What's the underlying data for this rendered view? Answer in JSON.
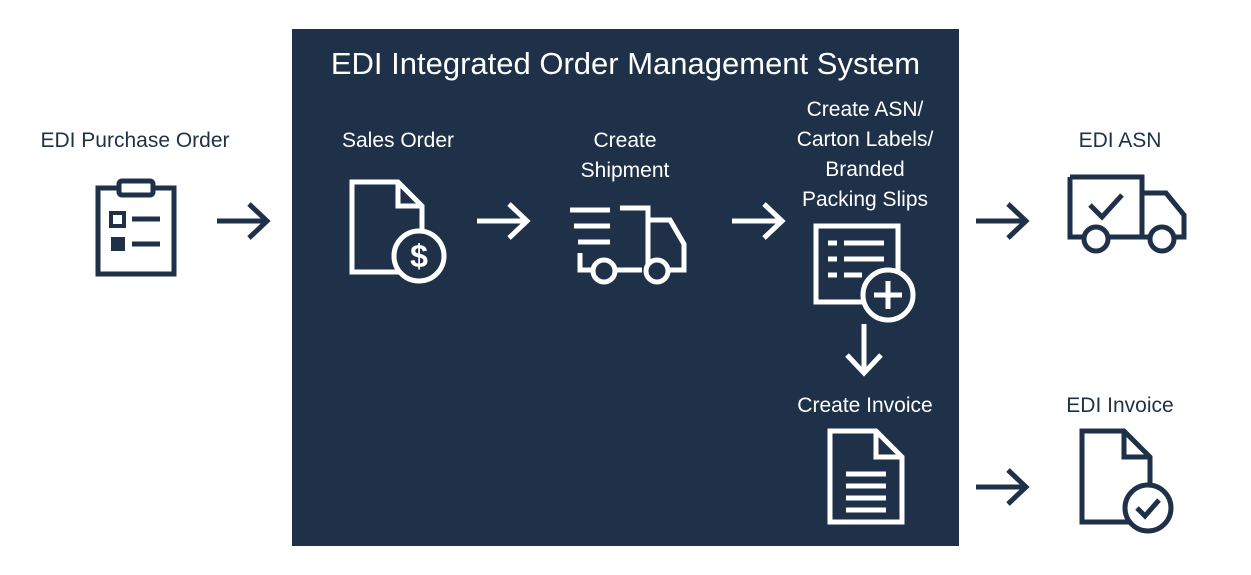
{
  "system": {
    "title": "EDI Integrated Order Management System",
    "color_panel": "#1e3148",
    "color_text_light": "#ffffff",
    "color_text_dark": "#1e3148"
  },
  "nodes": {
    "purchase_order": {
      "label": "EDI Purchase Order",
      "icon": "clipboard-icon"
    },
    "sales_order": {
      "label": "Sales Order",
      "icon": "document-dollar-icon"
    },
    "create_shipment": {
      "label": "Create\nShipment",
      "icon": "delivery-truck-icon"
    },
    "create_asn": {
      "label": "Create ASN/\nCarton Labels/\nBranded\nPacking Slips",
      "icon": "list-add-icon"
    },
    "create_invoice": {
      "label": "Create Invoice",
      "icon": "document-lines-icon"
    },
    "edi_asn": {
      "label": "EDI ASN",
      "icon": "truck-check-icon"
    },
    "edi_invoice": {
      "label": "EDI Invoice",
      "icon": "document-check-icon"
    }
  },
  "arrows": [
    "arrow-right-icon",
    "arrow-right-icon",
    "arrow-right-icon",
    "arrow-right-icon",
    "arrow-down-icon",
    "arrow-right-icon"
  ]
}
